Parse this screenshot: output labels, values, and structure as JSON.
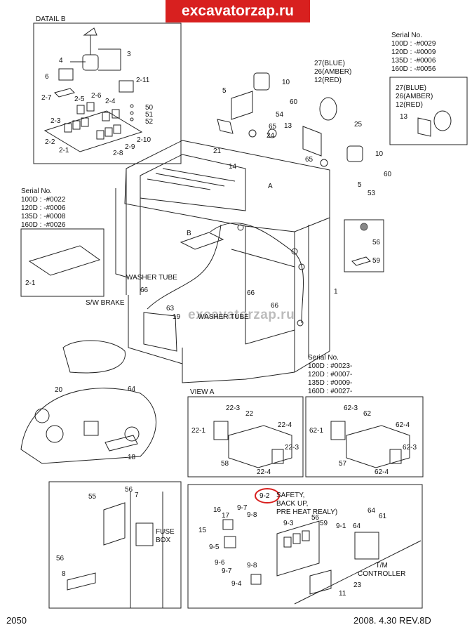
{
  "banner": {
    "text": "excavatorzap.ru",
    "color": "#d8201f"
  },
  "watermark": "excavatorzap.ru",
  "titles": {
    "detail_b": "DATAIL B",
    "view_a": "VIEW A"
  },
  "serial_top_right": "Serial No.\n100D : -#0029\n120D : -#0009\n135D : -#0006\n160D : -#0056",
  "serial_left": "Serial No.\n100D : -#0022\n120D : -#0006\n135D : -#0008\n160D : -#0026",
  "serial_mid_right": "Serial No.\n100D : #0023-\n120D : #0007-\n135D : #0009-\n160D : #0027-",
  "beacon_main": "27(BLUE)\n26(AMBER)\n12(RED)",
  "beacon_inset": "27(BLUE)\n26(AMBER)\n12(RED)",
  "annotations": {
    "washer_tube_1": "WASHER TUBE",
    "washer_tube_2": "WASHER TUBE",
    "sw_brake": "S/W BRAKE",
    "fuse_box": "FUSE\nBOX",
    "tm_controller": "T/M\nCONTROLLER",
    "relay_note": "SAFETY,\nBACK UP,\nPRE HEAT REALY)"
  },
  "callouts": {
    "c_3": "3",
    "c_4": "4",
    "c_6": "6",
    "c_2_11": "2-11",
    "c_2_7": "2-7",
    "c_2_5": "2-5",
    "c_2_6": "2-6",
    "c_2_4": "2-4",
    "c_50": "50",
    "c_51": "51",
    "c_52": "52",
    "c_2_3": "2-3",
    "c_2_2": "2-2",
    "c_2_1": "2-1",
    "c_2_8": "2-8",
    "c_2_9": "2-9",
    "c_2_10": "2-10",
    "c_10a": "10",
    "c_5a": "5",
    "c_60a": "60",
    "c_54": "54",
    "c_65a": "65",
    "c_24": "24",
    "c_13a": "13",
    "c_25": "25",
    "c_13b": "13",
    "c_10b": "10",
    "c_65b": "65",
    "c_60b": "60",
    "c_5b": "5",
    "c_53": "53",
    "c_21": "21",
    "c_14": "14",
    "c_A": "A",
    "c_B": "B",
    "c_2_1b": "2-1",
    "c_56a": "56",
    "c_59a": "59",
    "c_1": "1",
    "c_66a": "66",
    "c_66b": "66",
    "c_66c": "66",
    "c_63": "63",
    "c_19": "19",
    "c_20": "20",
    "c_64a": "64",
    "c_18": "18",
    "c_22_3a": "22-3",
    "c_22": "22",
    "c_22_1": "22-1",
    "c_22_4a": "22-4",
    "c_22_3b": "22-3",
    "c_22_4b": "22-4",
    "c_58": "58",
    "c_62_3a": "62-3",
    "c_62": "62",
    "c_62_1": "62-1",
    "c_62_4a": "62-4",
    "c_62_3b": "62-3",
    "c_62_4b": "62-4",
    "c_57": "57",
    "c_56b": "56",
    "c_7": "7",
    "c_55": "55",
    "c_56c": "56",
    "c_8": "8",
    "c_9_2": "9-2",
    "c_16": "16",
    "c_17": "17",
    "c_9_7a": "9-7",
    "c_9_8a": "9-8",
    "c_15": "15",
    "c_9_3": "9-3",
    "c_56d": "56",
    "c_59b": "59",
    "c_9_1": "9-1",
    "c_64b": "64",
    "c_64c": "64",
    "c_61": "61",
    "c_9_5": "9-5",
    "c_9_6": "9-6",
    "c_9_8b": "9-8",
    "c_9_7b": "9-7",
    "c_9_4": "9-4",
    "c_23": "23",
    "c_11": "11"
  },
  "footer": {
    "page": "2050",
    "revision": "2008. 4.30  REV.8D"
  },
  "highlight_color": "#d8201f"
}
